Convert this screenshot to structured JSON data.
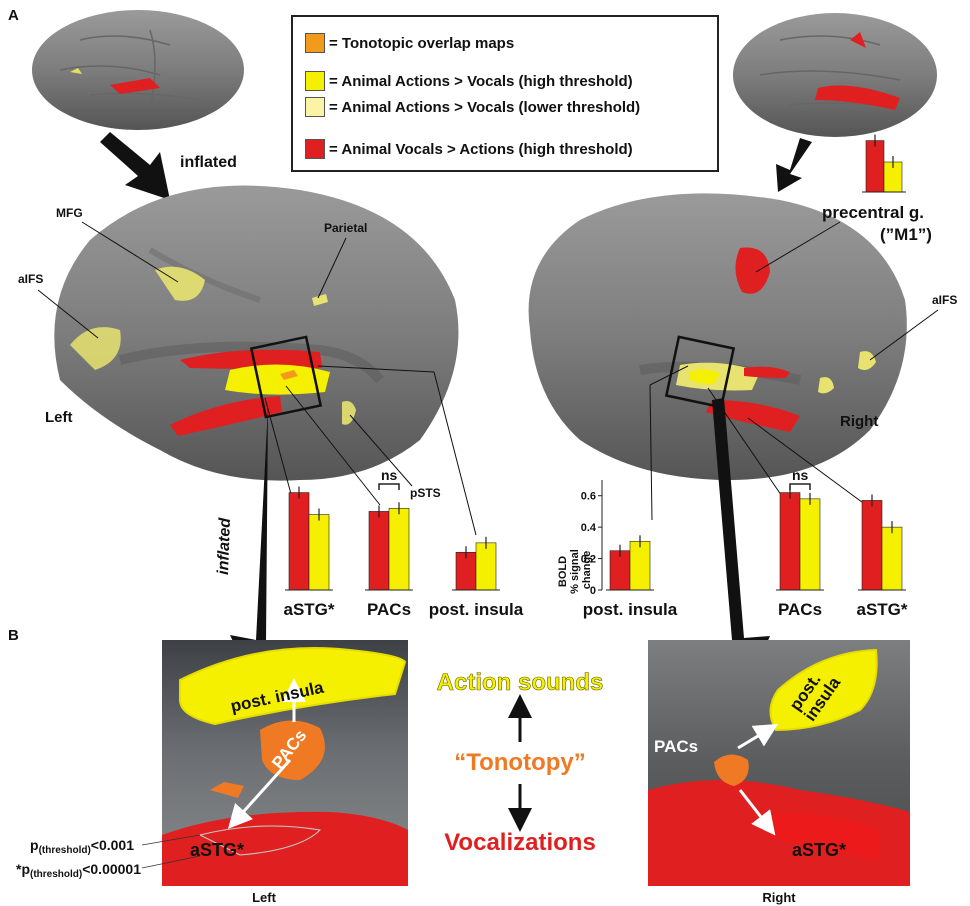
{
  "panels": {
    "a": "A",
    "b": "B"
  },
  "legend": [
    {
      "text": "= Tonotopic overlap maps",
      "color": "#f29a1c"
    },
    {
      "text": "= Animal Actions > Vocals (high threshold)",
      "color": "#f5f000"
    },
    {
      "text": "= Animal Actions > Vocals (lower threshold)",
      "color": "#fbf3a6"
    },
    {
      "text": "= Animal Vocals > Actions (high threshold)",
      "color": "#e02020"
    }
  ],
  "labels": {
    "inflated_top": "inflated",
    "inflated_side": "inflated",
    "mfg": "MFG",
    "parietal": "Parietal",
    "aifs_left": "aIFS",
    "aifs_right": "aIFS",
    "left_hemi": "Left",
    "right_hemi": "Right",
    "psts": "pSTS",
    "precentral_1": "precentral g.",
    "precentral_2": "(”M1”)",
    "ns1": "ns",
    "ns2": "ns",
    "bold_axis_1": "BOLD",
    "bold_axis_2": "% signal",
    "bold_axis_3": "change"
  },
  "chart_data": [
    {
      "type": "bar",
      "categories": [
        "aSTG*"
      ],
      "series": [
        {
          "values": [
            0.62
          ]
        },
        {
          "values": [
            0.48
          ]
        }
      ],
      "ylim": [
        0,
        0.7
      ]
    },
    {
      "type": "bar",
      "categories": [
        "PACs"
      ],
      "series": [
        {
          "values": [
            0.5
          ]
        },
        {
          "values": [
            0.52
          ]
        }
      ],
      "ylim": [
        0,
        0.7
      ]
    },
    {
      "type": "bar",
      "categories": [
        "post. insula"
      ],
      "series": [
        {
          "values": [
            0.24
          ]
        },
        {
          "values": [
            0.3
          ]
        }
      ],
      "ylim": [
        0,
        0.7
      ]
    },
    {
      "type": "bar",
      "categories": [
        "post. insula"
      ],
      "series": [
        {
          "values": [
            0.25
          ]
        },
        {
          "values": [
            0.31
          ]
        }
      ],
      "ylim": [
        0,
        0.7
      ],
      "yticks": [
        "0.6",
        "0.4",
        "0.2",
        "0"
      ]
    },
    {
      "type": "bar",
      "categories": [
        "PACs"
      ],
      "series": [
        {
          "values": [
            0.62
          ]
        },
        {
          "values": [
            0.58
          ]
        }
      ],
      "ylim": [
        0,
        0.7
      ]
    },
    {
      "type": "bar",
      "categories": [
        "aSTG*"
      ],
      "series": [
        {
          "values": [
            0.57
          ]
        },
        {
          "values": [
            0.4
          ]
        }
      ],
      "ylim": [
        0,
        0.7
      ]
    },
    {
      "type": "bar",
      "categories": [
        ""
      ],
      "series": [
        {
          "values": [
            0.6
          ]
        },
        {
          "values": [
            0.35
          ]
        }
      ],
      "ylim": [
        0,
        0.7
      ]
    }
  ],
  "bar_colors": {
    "vocals": "#e02020",
    "actions": "#f5f000"
  },
  "panel_b": {
    "left": {
      "insula": "post. insula",
      "pacs": "PACs",
      "astg": "aSTG*",
      "caption": "Left",
      "thr1_main": "p",
      "thr1_sub": "(threshold)",
      "thr1_tail": "<0.001",
      "thr2_main": "*p",
      "thr2_sub": "(threshold)",
      "thr2_tail": "<0.00001"
    },
    "center": {
      "action": "Action sounds",
      "tono": "“Tonotopy”",
      "vocal": "Vocalizations"
    },
    "right": {
      "insula_1": "post.",
      "insula_2": "insula",
      "pacs": "PACs",
      "astg": "aSTG*",
      "caption": "Right"
    }
  }
}
